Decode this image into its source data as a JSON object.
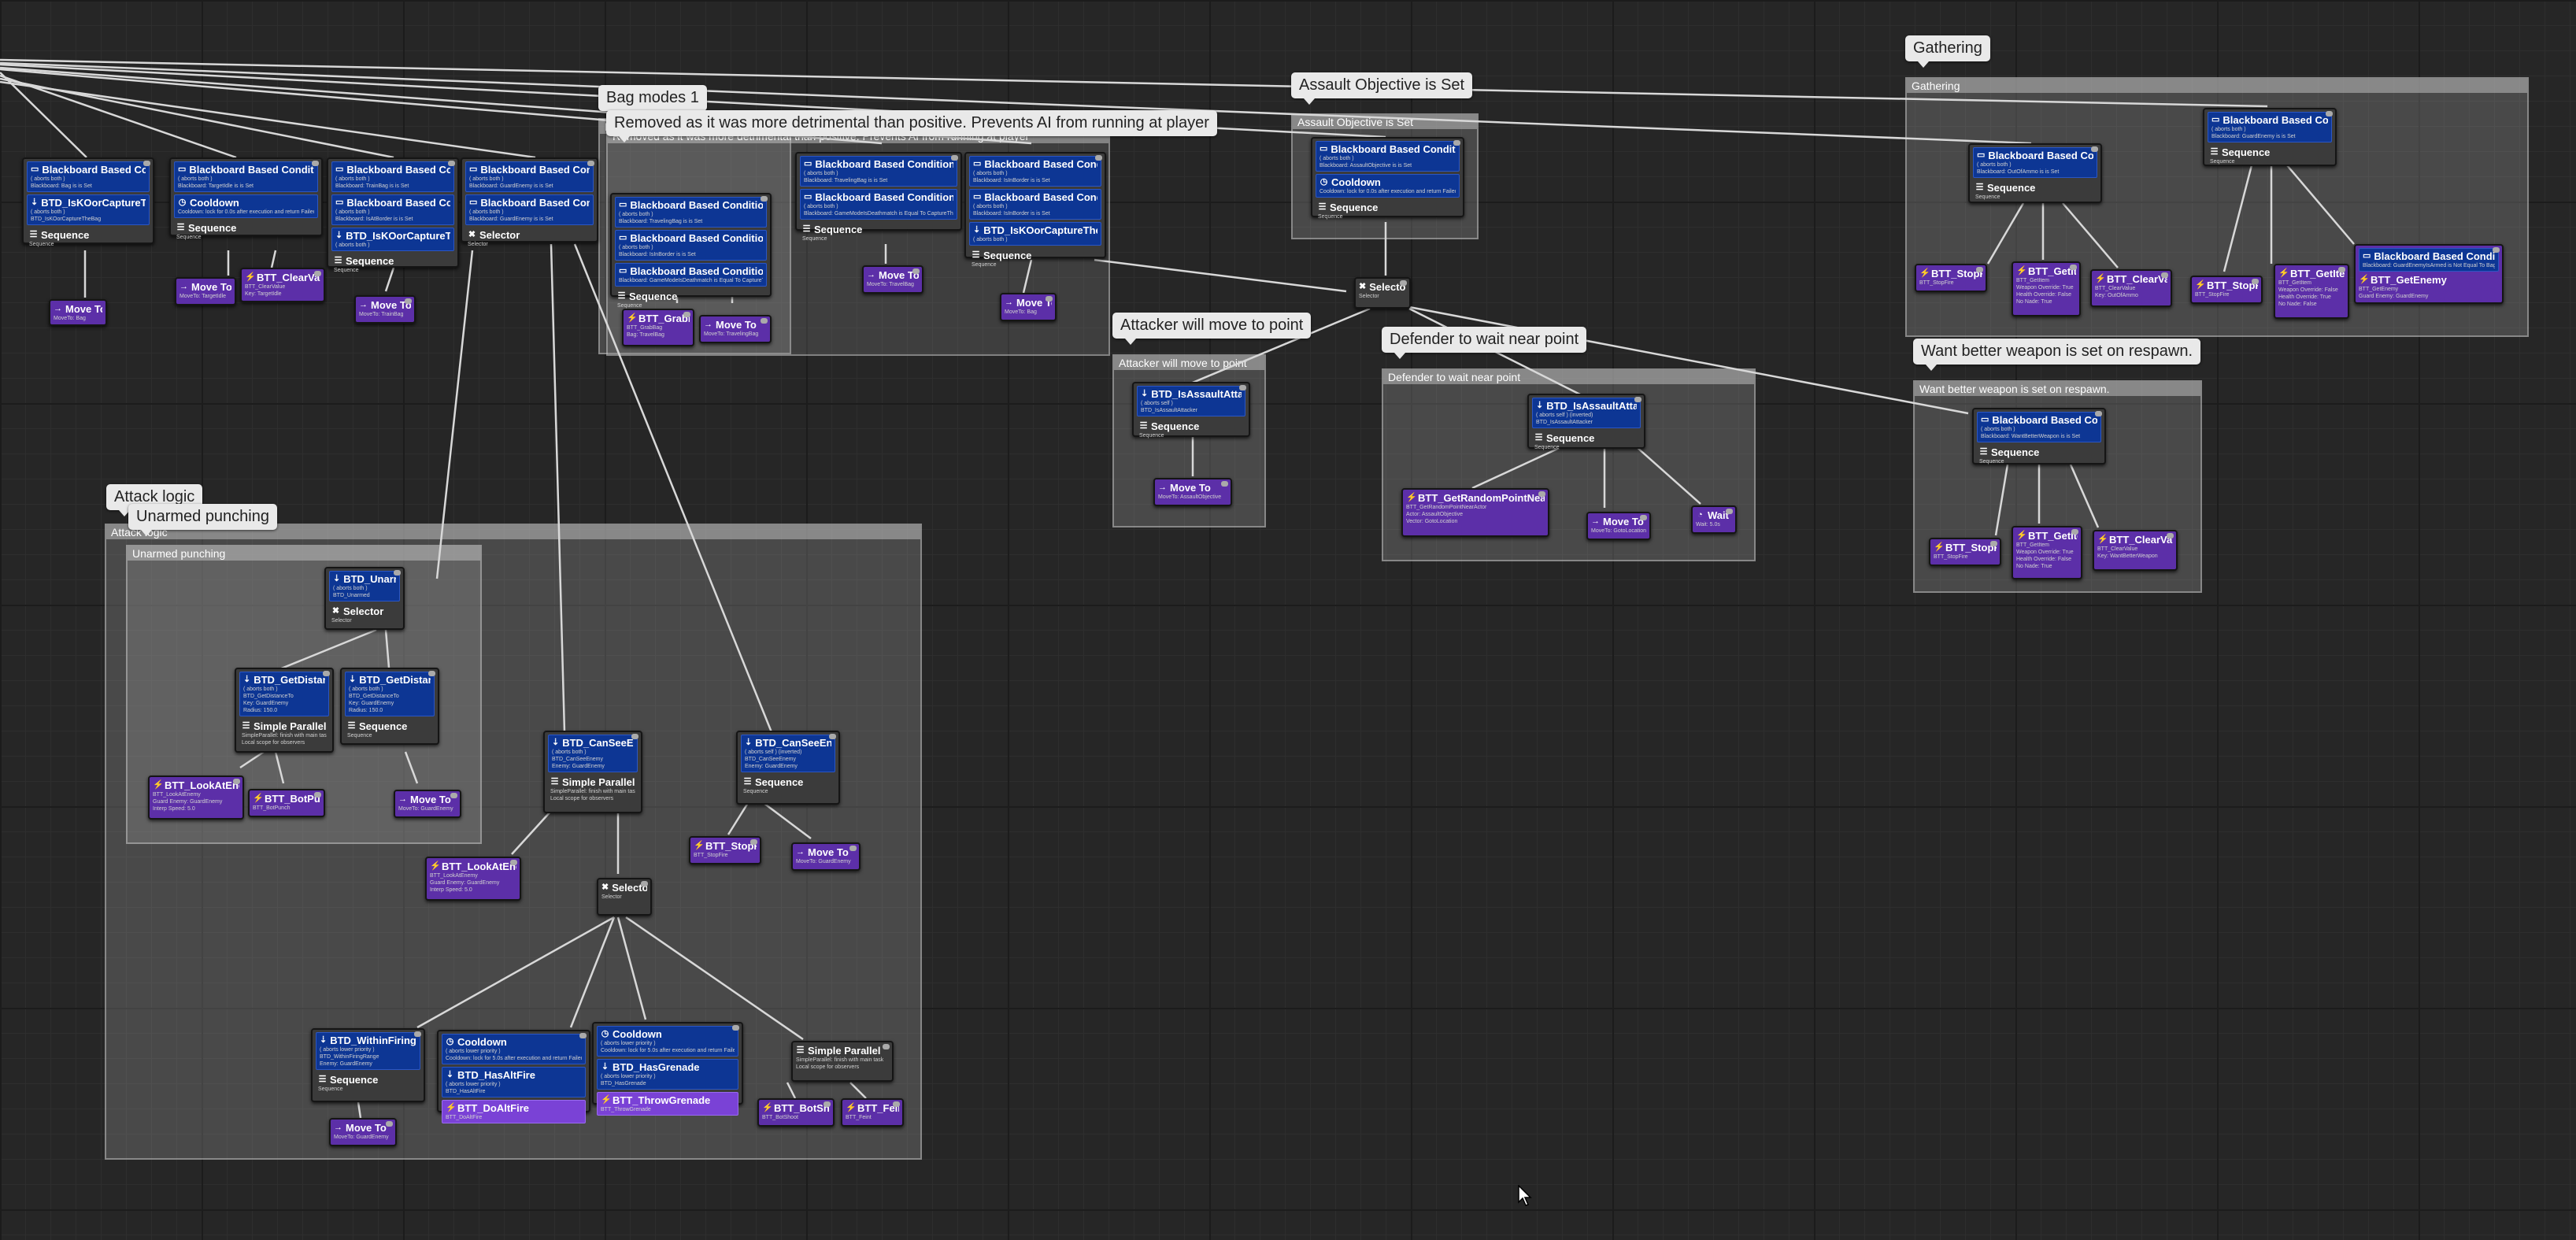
{
  "colors": {
    "decorator": "#0d3694",
    "task": "#5c2fa8",
    "composite": "#3b3b3b",
    "comment": "#e9e9e9",
    "background": "#262626"
  },
  "comments": {
    "bag_modes": "Bag modes 1",
    "removed_note": "Removed as it was more detrimental than positive. Prevents AI from running at player",
    "removed_note_header": "Removed as it was more detrimental than positive. Prevents AI from running at player",
    "assault": "Assault Objective is Set",
    "gathering": "Gathering",
    "attacker": "Attacker will move to point",
    "defender": "Defender to wait near point",
    "want_weapon": "Want better weapon is set on respawn.",
    "attack_logic": "Attack logic",
    "unarmed": "Unarmed punching"
  },
  "nodes": {
    "bb1": {
      "dec": "Blackboard Based Condition",
      "dsub1": "( aborts both )",
      "dsub2": "Blackboard: Bag is is Set",
      "dec2": "BTD_IsKOorCaptureTheBag",
      "d2sub": "( aborts both )",
      "d2sub2": "BTD_IsKOorCaptureTheBag",
      "comp": "Sequence",
      "csub": "Sequence"
    },
    "bb2": {
      "dec": "Blackboard Based Condition",
      "dsub1": "( aborts both )",
      "dsub2": "Blackboard: TargetIdle is is Set",
      "dec2": "Cooldown",
      "d2sub": "Cooldown: lock for 0.0s after execution and return Failed",
      "d2sub2": "",
      "comp": "Sequence",
      "csub": "Sequence"
    },
    "bb3": {
      "dec": "Blackboard Based Condition",
      "dsub1": "( aborts both )",
      "dsub2": "Blackboard: TrainBag is is Set",
      "dec2": "Blackboard Based Condition",
      "d2sub": "( aborts both )",
      "d2sub2": "Blackboard: IsAtBorder is is Set",
      "dec3": "BTD_IsKOorCaptureTheBag",
      "d3sub": "( aborts both )",
      "comp": "Sequence",
      "csub": "Sequence"
    },
    "bb4": {
      "dec": "Blackboard Based Condition",
      "dsub1": "( aborts both )",
      "dsub2": "Blackboard: GuardEnemy is is Set",
      "dec2": "Blackboard Based Condition",
      "d2sub": "( aborts both )",
      "d2sub2": "Blackboard: GuardEnemy is is Set",
      "comp": "Selector",
      "csub": "Selector"
    },
    "bag1": {
      "dec": "Blackboard Based Condition",
      "dsub1": "( aborts both )",
      "dsub2": "Blackboard: TravelingBag is is Set",
      "dec2": "Blackboard Based Condition",
      "d2sub": "( aborts both )",
      "d2sub2": "Blackboard: IsInBorder is is Set",
      "dec3": "Blackboard Based Condition",
      "d3sub": "Blackboard: GameModeIsDeathmatch is Equal To CaptureTheBag",
      "comp": "Sequence",
      "csub": "Sequence"
    },
    "bag2": {
      "dec": "Blackboard Based Condition",
      "dsub1": "( aborts both )",
      "dsub2": "Blackboard: TravelingBag is is Set",
      "dec2": "Blackboard Based Condition",
      "d2sub": "( aborts both )",
      "d2sub2": "Blackboard: GameModeIsDeathmatch is Equal To CaptureTheBag",
      "comp": "Sequence",
      "csub": "Sequence"
    },
    "bag3": {
      "dec": "Blackboard Based Condition",
      "dsub1": "( aborts both )",
      "dsub2": "Blackboard: IsInBorder is is Set",
      "dec2": "Blackboard Based Condition",
      "d2sub": "( aborts both )",
      "d2sub2": "Blackboard: IsInBorder is is Set",
      "dec3": "BTD_IsKOorCaptureTheBag",
      "d3sub": "( aborts both )",
      "comp": "Sequence",
      "csub": "Sequence"
    },
    "grabbag": {
      "task": "BTT_GrabBag",
      "tsub": "BTT_GrabBag",
      "tsub2": "Bag: TravelBag"
    },
    "moveto_bag1": {
      "task": "Move To",
      "tsub": "MoveTo: TravelingBag"
    },
    "moveto_bag2": {
      "task": "Move To",
      "tsub": "MoveTo: TravelBag"
    },
    "moveto_bag3": {
      "task": "Move To",
      "tsub": "MoveTo: Bag"
    },
    "moveto1": {
      "task": "Move To",
      "tsub": "MoveTo: Bag"
    },
    "moveto2": {
      "task": "Move To",
      "tsub": "MoveTo: TargetIdle"
    },
    "clearvalue1": {
      "task": "BTT_ClearValue",
      "tsub": "BTT_ClearValue",
      "tsub2": "Key: TargetIdle"
    },
    "moveto3": {
      "task": "Move To",
      "tsub": "MoveTo: TrainBag"
    },
    "assault": {
      "dec": "Blackboard Based Condition",
      "dsub1": "( aborts both )",
      "dsub2": "Blackboard: AssaultObjective is is Set",
      "dec2": "Cooldown",
      "d2sub": "Cooldown: lock for 0.0s after execution and return Failed",
      "comp": "Sequence",
      "csub": "Sequence"
    },
    "selector_mid": {
      "comp": "Selector",
      "csub": "Selector"
    },
    "attacker": {
      "dec": "BTD_IsAssaultAttacker",
      "dsub1": "( aborts self )",
      "dsub2": "BTD_IsAssaultAttacker",
      "comp": "Sequence",
      "csub": "Sequence"
    },
    "moveto_attack": {
      "task": "Move To",
      "tsub": "MoveTo: AssaultObjective"
    },
    "defender": {
      "dec": "BTD_IsAssaultAttacker",
      "dsub1": "( aborts self ) (inverted)",
      "dsub2": "BTD_IsAssaultAttacker",
      "comp": "Sequence",
      "csub": "Sequence"
    },
    "randompoint": {
      "task": "BTT_GetRandomPointNearActor",
      "tsub": "BTT_GetRandomPointNearActor",
      "tsub2": "Actor: AssaultObjective",
      "tsub3": "Vector: GotoLocation"
    },
    "moveto_def": {
      "task": "Move To",
      "tsub": "MoveTo: GotoLocation"
    },
    "wait": {
      "task": "Wait",
      "tsub": "Wait: 5.0s"
    },
    "gath1": {
      "dec": "Blackboard Based Condition",
      "dsub1": "( aborts both )",
      "dsub2": "Blackboard: OutOfAmmo is is Set",
      "comp": "Sequence",
      "csub": "Sequence"
    },
    "gath2": {
      "dec": "Blackboard Based Condition",
      "dsub1": "( aborts both )",
      "dsub2": "Blackboard: GuardEnemy is is Set",
      "comp": "Sequence",
      "csub": "Sequence"
    },
    "stopfire1": {
      "task": "BTT_StopFire",
      "tsub": "BTT_StopFire"
    },
    "getitem1": {
      "task": "BTT_GetItem",
      "tsub": "BTT_GetItem",
      "tsub2": "Weapon Override: True",
      "tsub3": "Health Override: False",
      "tsub4": "No Nade: True"
    },
    "clearvalue2": {
      "task": "BTT_ClearValue",
      "tsub": "BTT_ClearValue",
      "tsub2": "Key: OutOfAmmo"
    },
    "stopfire2": {
      "task": "BTT_StopFire",
      "tsub": "BTT_StopFire"
    },
    "getitem2": {
      "task": "BTT_GetItem",
      "tsub": "BTT_GetItem",
      "tsub2": "Weapon Override: False",
      "tsub3": "Health Override: True",
      "tsub4": "No Nade: False"
    },
    "getenemy": {
      "dec": "Blackboard Based Condition",
      "dsub1": "Blackboard: GuardEnemyIsArmed is Not Equal To BagCarrier",
      "task": "BTT_GetEnemy",
      "tsub": "BTT_GetEnemy",
      "tsub2": "Guard Enemy: GuardEnemy"
    },
    "weapon": {
      "dec": "Blackboard Based Condition",
      "dsub1": "( aborts both )",
      "dsub2": "Blackboard: WantBetterWeapon is is Set",
      "comp": "Sequence",
      "csub": "Sequence"
    },
    "stopfire3": {
      "task": "BTT_StopFire",
      "tsub": "BTT_StopFire"
    },
    "getitem3": {
      "task": "BTT_GetItem",
      "tsub": "BTT_GetItem",
      "tsub2": "Weapon Override: True",
      "tsub3": "Health Override: False",
      "tsub4": "No Nade: True"
    },
    "clearvalue3": {
      "task": "BTT_ClearValue",
      "tsub": "BTT_ClearValue",
      "tsub2": "Key: WantBetterWeapon"
    },
    "unarmed": {
      "dec": "BTD_Unarmed",
      "dsub1": "( aborts both )",
      "dsub2": "BTD_Unarmed",
      "comp": "Selector",
      "csub": "Selector"
    },
    "gdist1": {
      "dec": "BTD_GetDistanceTo",
      "dsub1": "( aborts both )",
      "dsub2": "BTD_GetDistanceTo",
      "dsub3": "Key: GuardEnemy",
      "dsub4": "Radius: 150.0",
      "comp": "Simple Parallel",
      "csub": "SimpleParallel: finish with main task",
      "csub2": "Local scope for observers"
    },
    "gdist2": {
      "dec": "BTD_GetDistanceTo",
      "dsub1": "( aborts both )",
      "dsub2": "BTD_GetDistanceTo",
      "dsub3": "Key: GuardEnemy",
      "dsub4": "Radius: 150.0",
      "comp": "Sequence",
      "csub": "Sequence"
    },
    "lookat1": {
      "task": "BTT_LookAtEnemy",
      "tsub": "BTT_LookAtEnemy",
      "tsub2": "Guard Enemy: GuardEnemy",
      "tsub3": "Interp Speed: 5.0"
    },
    "botpunch": {
      "task": "BTT_BotPunch",
      "tsub": "BTT_BotPunch"
    },
    "moveto_punch": {
      "task": "Move To",
      "tsub": "MoveTo: GuardEnemy"
    },
    "cansee1": {
      "dec": "BTD_CanSeeEnemy",
      "dsub1": "( aborts both )",
      "dsub2": "BTD_CanSeeEnemy",
      "dsub3": "Enemy: GuardEnemy",
      "comp": "Simple Parallel",
      "csub": "SimpleParallel: finish with main task",
      "csub2": "Local scope for observers"
    },
    "cansee2": {
      "dec": "BTD_CanSeeEnemy",
      "dsub1": "( aborts self ) (inverted)",
      "dsub2": "BTD_CanSeeEnemy",
      "dsub3": "Enemy: GuardEnemy",
      "comp": "Sequence",
      "csub": "Sequence"
    },
    "stopfire4": {
      "task": "BTT_StopFire",
      "tsub": "BTT_StopFire"
    },
    "moveto_enemy": {
      "task": "Move To",
      "tsub": "MoveTo: GuardEnemy"
    },
    "lookat2": {
      "task": "BTT_LookAtEnemy",
      "tsub": "BTT_LookAtEnemy",
      "tsub2": "Guard Enemy: GuardEnemy",
      "tsub3": "Interp Speed: 5.0"
    },
    "selector_att": {
      "comp": "Selector",
      "csub": "Selector"
    },
    "firing": {
      "dec": "BTD_WithinFiringRange",
      "dsub1": "( aborts lower priority )",
      "dsub2": "BTD_WithinFiringRange",
      "dsub3": "Enemy: GuardEnemy",
      "comp": "Sequence",
      "csub": "Sequence"
    },
    "altfire": {
      "dec": "Cooldown",
      "dsub1": "( aborts lower priority )",
      "dsub2": "Cooldown: lock for 5.0s after execution and return Failed",
      "dec2": "BTD_HasAltFire",
      "d2sub": "( aborts lower priority )",
      "d2sub2": "BTD_HasAltFire",
      "task": "BTT_DoAltFire",
      "tsub": "BTT_DoAltFire"
    },
    "grenade": {
      "dec": "Cooldown",
      "dsub1": "( aborts lower priority )",
      "dsub2": "Cooldown: lock for 5.0s after execution and return Failed",
      "dec2": "BTD_HasGrenade",
      "d2sub": "( aborts lower priority )",
      "d2sub2": "BTD_HasGrenade",
      "task": "BTT_ThrowGrenade",
      "tsub": "BTT_ThrowGrenade"
    },
    "moveto_fire": {
      "task": "Move To",
      "tsub": "MoveTo: GuardEnemy"
    },
    "parallel_shoot": {
      "comp": "Simple Parallel",
      "csub": "SimpleParallel: finish with main task",
      "csub2": "Local scope for observers"
    },
    "botshoot": {
      "task": "BTT_BotShoot",
      "tsub": "BTT_BotShoot"
    },
    "feint": {
      "task": "BTT_Feint",
      "tsub": "BTT_Feint"
    }
  }
}
